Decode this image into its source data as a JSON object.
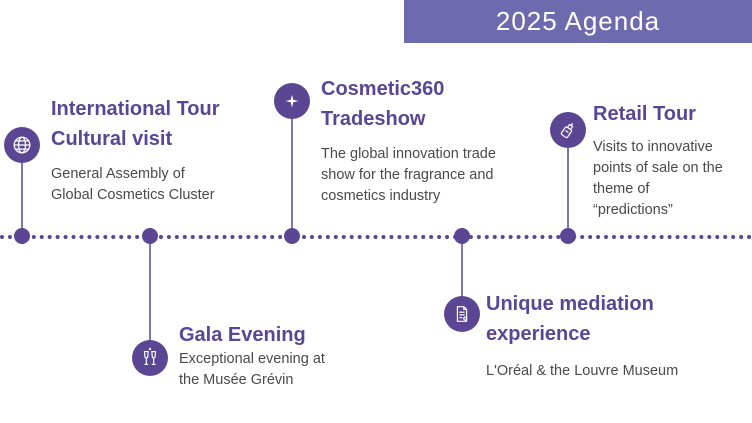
{
  "header": {
    "title": "2025 Agenda"
  },
  "events": [
    {
      "title": "International Tour\nCultural visit",
      "description": "General Assembly of\nGlobal Cosmetics Cluster",
      "icon": "globe-icon"
    },
    {
      "title": "Gala Evening",
      "description": "Exceptional evening at\nthe Musée Grévin",
      "icon": "champagne-glasses-icon"
    },
    {
      "title": "Cosmetic360\nTradeshow",
      "description": "The global innovation trade\nshow for the fragrance and\ncosmetics industry",
      "icon": "sparkle-icon"
    },
    {
      "title": "Unique mediation\nexperience",
      "description": "L'Oréal & the Louvre Museum",
      "icon": "document-icon"
    },
    {
      "title": "Retail Tour",
      "description": "Visits to innovative\npoints of sale on the\ntheme of\n“predictions”",
      "icon": "perfume-bottle-icon"
    }
  ],
  "colors": {
    "accent": "#5B4694",
    "header_bg": "#6E6AAE",
    "stem": "#7E77B3",
    "text": "#4a4a4a"
  }
}
